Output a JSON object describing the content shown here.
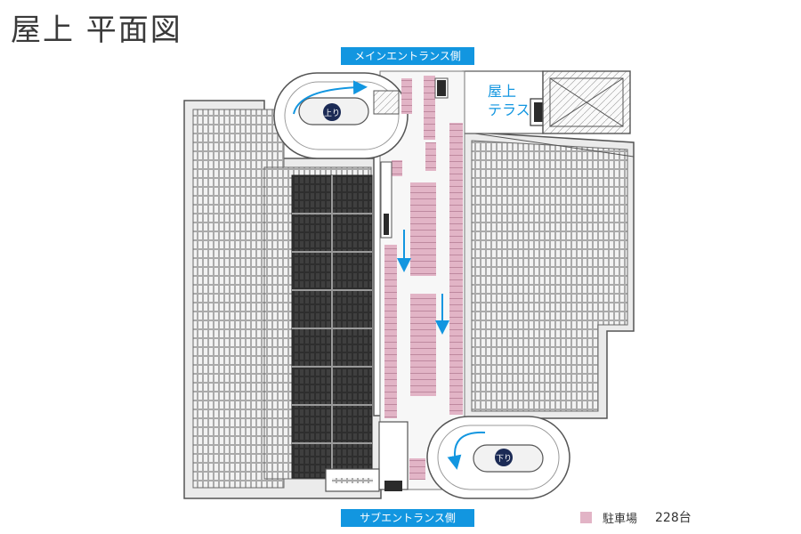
{
  "title": "屋上 平面図",
  "entrances": {
    "main": "メインエントランス側",
    "sub": "サブエントランス側"
  },
  "ramps": {
    "up": "上り",
    "down": "下り"
  },
  "terrace": {
    "line1": "屋上",
    "line2": "テラス"
  },
  "legend": {
    "label": "駐車場",
    "count": "228台"
  },
  "colors": {
    "parking": "#e2b4c6",
    "accent": "#1296e0",
    "ramp_badge": "#1b2a55",
    "solar_dark": "#3f3f3f",
    "solar_light": "#e6e6e6"
  }
}
